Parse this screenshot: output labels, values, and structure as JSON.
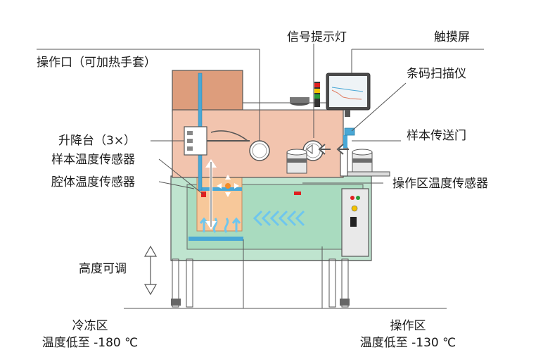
{
  "labels": {
    "signal_light": "信号提示灯",
    "touch_screen": "触摸屏",
    "operation_port": "操作口（可加热手套）",
    "barcode_scanner": "条码扫描仪",
    "sample_transfer_door": "样本传送门",
    "lift_table": "升降台（3×）",
    "sample_temp_sensor": "样本温度传感器",
    "chamber_temp_sensor": "腔体温度传感器",
    "operation_zone_temp_sensor": "操作区温度传感器",
    "height_adjustable": "高度可调",
    "freezer_zone_title": "冷冻区",
    "freezer_zone_temp": "温度低至 -180 ℃",
    "operation_zone_title": "操作区",
    "operation_zone_temp": "温度低至 -130 ℃"
  },
  "colors": {
    "cabinet_salmon": "#f2c4ae",
    "cabinet_salmon_dark": "#dd9d7c",
    "lower_green": "#bfe4cf",
    "inner_green": "#a9dbbf",
    "freezer_orange": "#f7c89a",
    "accent_blue": "#49a8d6",
    "sensor_red": "#e02020",
    "arrow_blue": "#6ec6ee"
  },
  "icons": {
    "signal_light": "signal-tower-icon",
    "touch_screen": "monitor-icon",
    "barcode": "barcode-scanner-icon"
  }
}
